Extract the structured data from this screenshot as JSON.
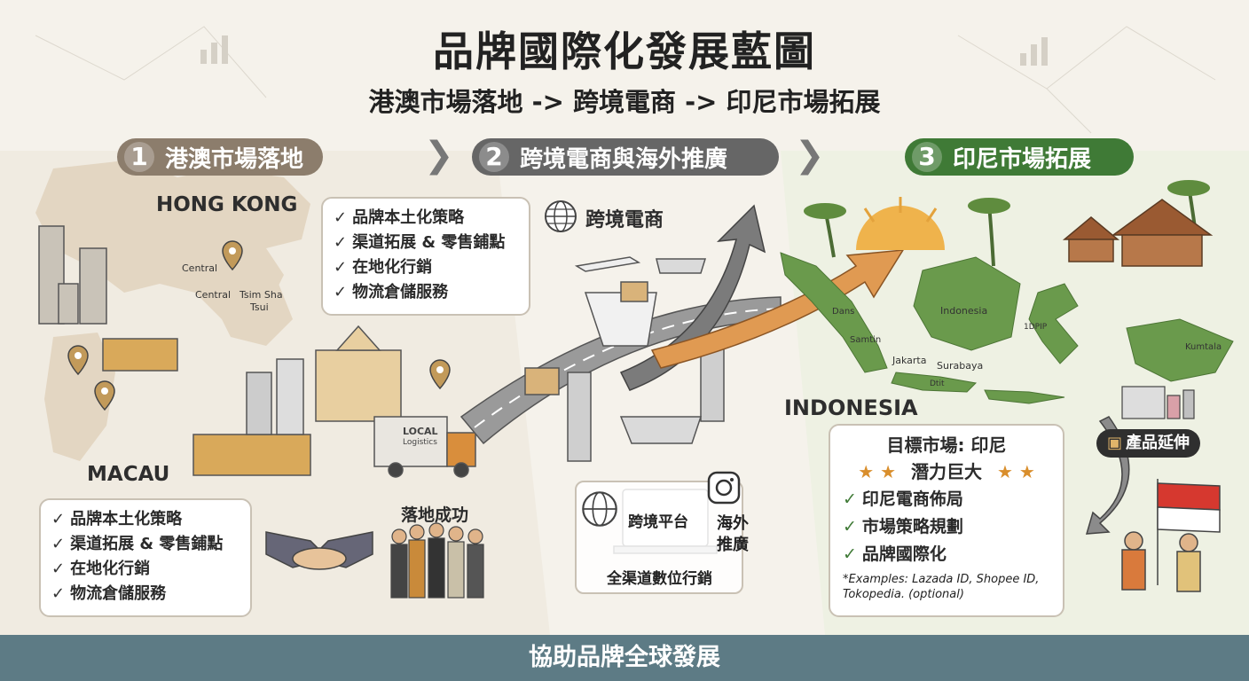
{
  "header": {
    "title": "品牌國際化發展藍圖",
    "subtitle": "港澳市場落地 -> 跨境電商 -> 印尼市場拓展"
  },
  "steps": [
    {
      "number": "1",
      "label": "港澳市場落地"
    },
    {
      "number": "2",
      "label": "跨境電商與海外推廣"
    },
    {
      "number": "3",
      "label": "印尼市場拓展"
    }
  ],
  "hongkong": {
    "name": "HONG KONG",
    "labels": [
      "Central",
      "Central",
      "Tsim Sha",
      "Tsui"
    ]
  },
  "macau": {
    "name": "MACAU"
  },
  "service_box_upper": {
    "items": [
      "品牌本土化策略",
      "渠道拓展 & 零售鋪點",
      "在地化行銷",
      "物流倉儲服務"
    ]
  },
  "service_box_lower": {
    "items": [
      "品牌本土化策略",
      "渠道拓展 & 零售鋪點",
      "在地化行銷",
      "物流倉儲服務"
    ]
  },
  "truck": {
    "line1": "LOCAL",
    "line2": "Logistics"
  },
  "success_label": "落地成功",
  "crossborder": {
    "label": "跨境電商"
  },
  "platform": {
    "screen_label": "跨境平台",
    "promo_line1": "海外",
    "promo_line2": "推廣",
    "channel_label": "全渠道數位行銷"
  },
  "indonesia_map": {
    "country": "INDONESIA",
    "labels": [
      "Indonesia",
      "Dans",
      "Samtin",
      "Jakarta",
      "Surabaya",
      "Kumtala",
      "Dtit",
      "1DPIP"
    ]
  },
  "target_box": {
    "title": "目標市場: 印尼",
    "potential": "潛力巨大",
    "stars": "★ ★",
    "items": [
      "印尼電商佈局",
      "市場策略規劃",
      "品牌國際化"
    ],
    "note": "*Examples: Lazada ID, Shopee ID, Tokopedia. (optional)"
  },
  "product_extension": {
    "label": "產品延伸"
  },
  "footer": {
    "text": "協助品牌全球發展"
  },
  "colors": {
    "step1": "#8c7d6c",
    "step2": "#666666",
    "step3": "#3f7a36",
    "footer": "#5d7b85",
    "arrow": "#e09a52",
    "map_green": "#6a9a4c",
    "map_beige": "#e3d6c2"
  },
  "icons": [
    "chevron-right-icon",
    "globe-icon",
    "instagram-icon",
    "package-icon",
    "check-icon",
    "star-icon",
    "map-pin-icon"
  ]
}
